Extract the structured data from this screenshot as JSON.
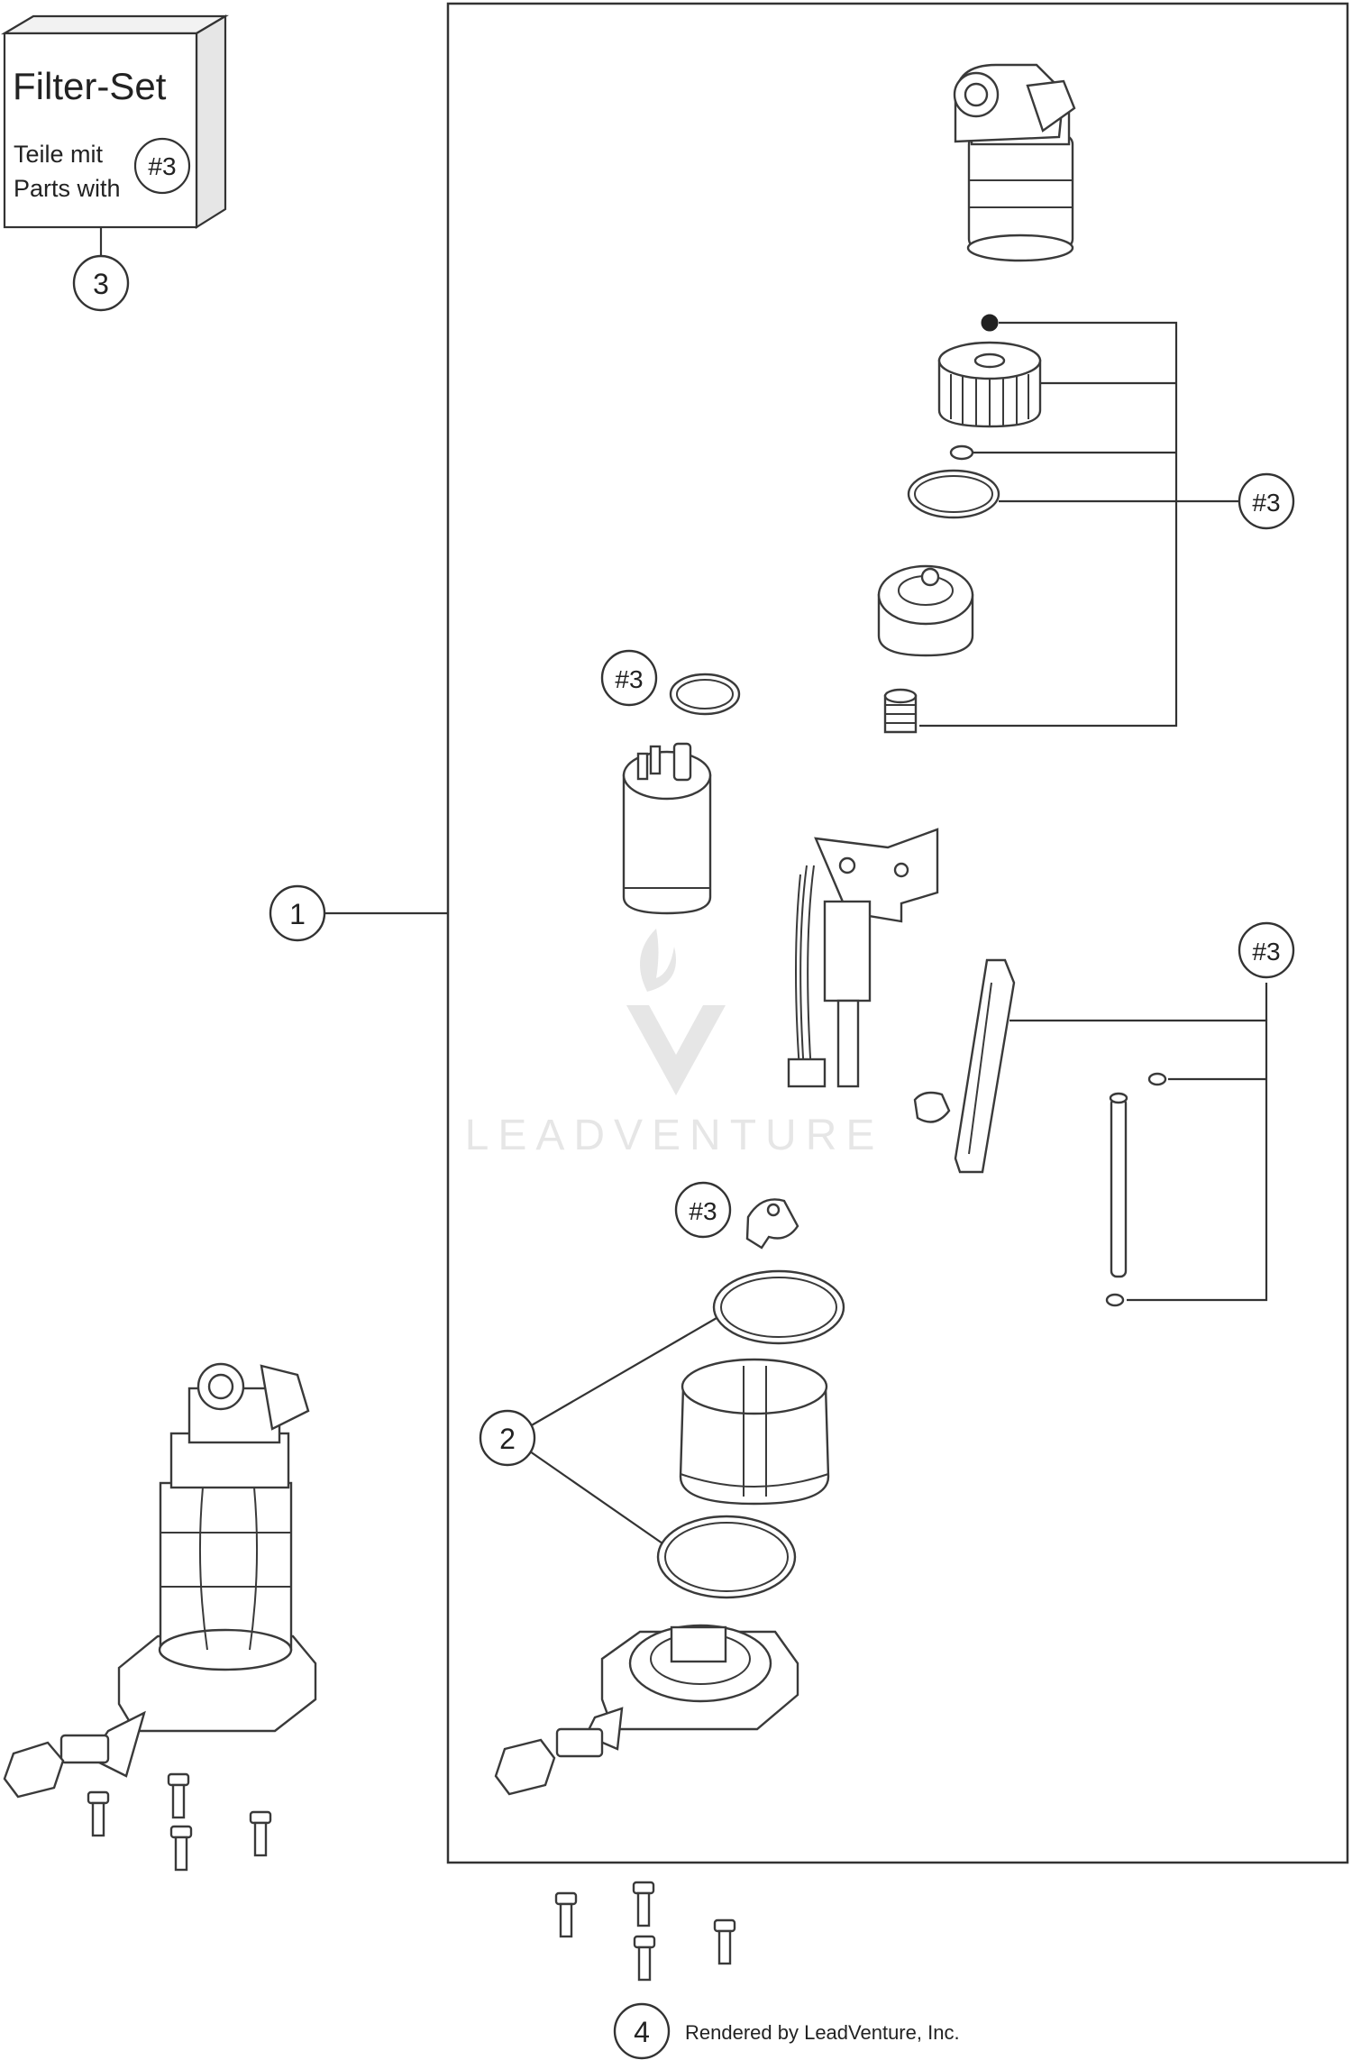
{
  "filter_set": {
    "title": "Filter-Set",
    "line1": "Teile mit",
    "line2": "Parts with",
    "badge": "#3"
  },
  "callouts": {
    "one": "1",
    "two": "2",
    "three": "3",
    "four": "4",
    "hash3_a": "#3",
    "hash3_b": "#3",
    "hash3_c": "#3",
    "hash3_d": "#3"
  },
  "watermark": {
    "brand": "LEADVENTURE"
  },
  "footer": {
    "credit": "Rendered by LeadVenture, Inc."
  }
}
